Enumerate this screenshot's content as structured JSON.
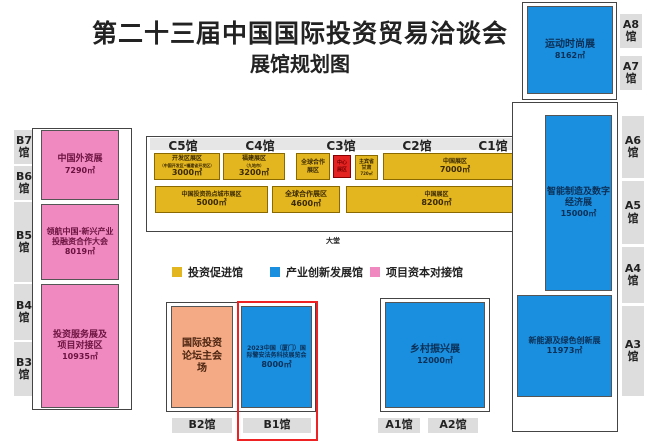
{
  "title": "第二十三届中国国际投资贸易洽谈会",
  "subtitle": "展馆规划图",
  "top_right": {
    "name": "运动时尚展",
    "area": "8162㎡",
    "labels": [
      "A8馆",
      "A7馆"
    ]
  },
  "left_halls": {
    "labels": [
      "B7馆",
      "B6馆",
      "B5馆",
      "B4馆",
      "B3馆"
    ],
    "zones": [
      {
        "name": "中国外资展",
        "area": "7290㎡"
      },
      {
        "name": "领航中国·新兴产业投融资合作大会",
        "area": "8019㎡"
      },
      {
        "name": "投资服务展及项目对接区",
        "area": "10935㎡"
      }
    ]
  },
  "c_halls": {
    "labels": [
      "C5馆",
      "C4馆",
      "C3馆",
      "C2馆",
      "C1馆"
    ],
    "row1": [
      {
        "name": "开发区展区",
        "sub": "（中国开发区•福建省开发区）",
        "area": "3000㎡"
      },
      {
        "name": "福建展区",
        "sub": "（九地市）",
        "area": "3200㎡"
      },
      {
        "name": "全球合作展区",
        "sub": "",
        "area": ""
      },
      {
        "name": "中心展区",
        "sub": "",
        "area": ""
      },
      {
        "name": "主宾省甘肃",
        "sub": "",
        "area": "720㎡"
      },
      {
        "name": "中国展区",
        "sub": "",
        "area": "7000㎡"
      }
    ],
    "row2": [
      {
        "name": "中国投资热点城市展区",
        "area": "5000㎡"
      },
      {
        "name": "全球合作展区",
        "area": "4600㎡"
      },
      {
        "name": "中国展区",
        "area": "8200㎡"
      }
    ],
    "lobby": "大堂"
  },
  "legend": [
    {
      "label": "投资促进馆",
      "color": "#e3b620"
    },
    {
      "label": "产业创新发展馆",
      "color": "#1a8fe0"
    },
    {
      "label": "项目资本对接馆",
      "color": "#ef89bf"
    }
  ],
  "b_halls": {
    "b2": {
      "name": "国际投资论坛主会场",
      "label": "B2馆"
    },
    "b1": {
      "name": "2023中国（厦门）国际警安法务科技展览会",
      "area": "8000㎡",
      "label": "B1馆"
    }
  },
  "a_small": {
    "name": "乡村振兴展",
    "area": "12000㎡",
    "labels": [
      "A1馆",
      "A2馆"
    ]
  },
  "right_halls": {
    "labels": [
      "A6馆",
      "A5馆",
      "A4馆",
      "A3馆"
    ],
    "zones": [
      {
        "name": "智能制造及数字经济展",
        "area": "15000㎡"
      },
      {
        "name": "新能源及绿色创新展",
        "area": "11973㎡"
      }
    ]
  }
}
